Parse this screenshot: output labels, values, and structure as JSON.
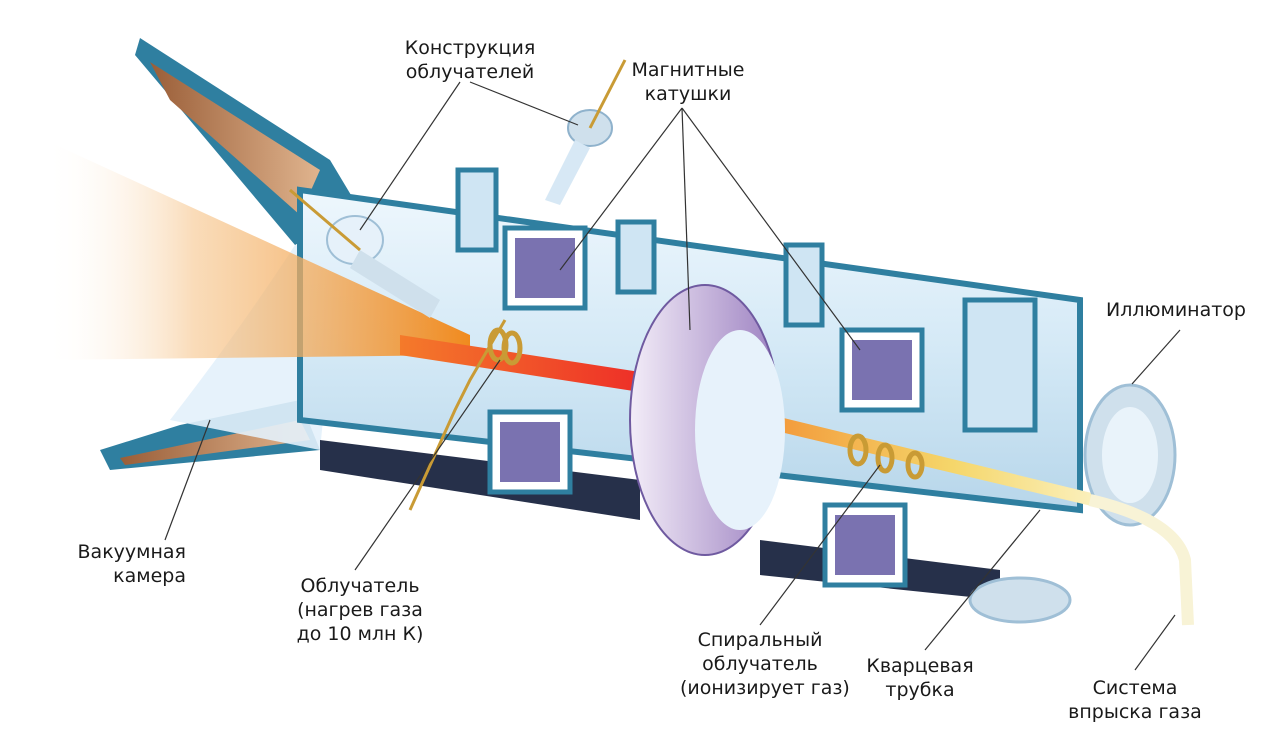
{
  "labels": {
    "irradiator_structure": [
      "Конструкция",
      "облучателей"
    ],
    "magnetic_coils": [
      "Магнитные",
      "катушки"
    ],
    "illuminator": [
      "Иллюминатор"
    ],
    "vacuum_chamber": [
      "Вакуумная",
      "камера"
    ],
    "irradiator": [
      "Облучатель",
      "(нагрев газа",
      "до 10 млн К)"
    ],
    "spiral_irradiator": [
      "Спиральный",
      "облучатель",
      "(ионизирует газ)"
    ],
    "quartz_tube": [
      "Кварцевая",
      "трубка"
    ],
    "gas_injection": [
      "Система",
      "впрыска газа"
    ]
  },
  "colors": {
    "steel_dark": "#2f7fa0",
    "steel_light": "#d8ecf8",
    "coil_purple": "#7a72b0",
    "plasma_orange": "#f29a2e",
    "plasma_red": "#ee3b2a",
    "plasma_yellow": "#f6e07a",
    "copper": "#b87a4a"
  }
}
